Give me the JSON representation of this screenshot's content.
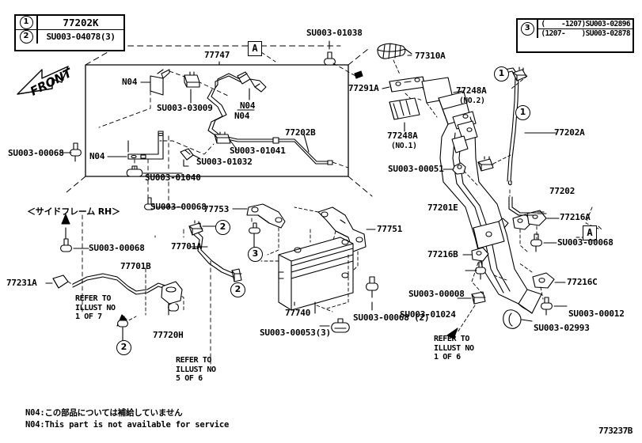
{
  "sheet": {
    "corner_code": "773237B",
    "front_arrow_label": "FRONT",
    "side_frame_note": "＜サイドフレーム RH＞",
    "footnote_jp": "N04:この部品については補給していません",
    "footnote_en": "N04:This part is not available for service",
    "marker_a": "A"
  },
  "legend_left": {
    "rows": [
      {
        "num": "1",
        "value": "77202K"
      },
      {
        "num": "2",
        "value": "SU003-04078(3)"
      }
    ]
  },
  "legend_right": {
    "num": "3",
    "rows": [
      {
        "range": "(    -1207)",
        "value": "SU003-02896"
      },
      {
        "range": "(1207-    )",
        "value": "SU003-02878"
      }
    ]
  },
  "callouts": [
    {
      "id": "c_77747",
      "text": "77747"
    },
    {
      "id": "c_n04_a",
      "text": "N04"
    },
    {
      "id": "c_n04_b",
      "text": "N04"
    },
    {
      "id": "c_n04_c",
      "text": "N04"
    },
    {
      "id": "c_n04_d",
      "text": "N04"
    },
    {
      "id": "c_su03009",
      "text": "SU003-03009"
    },
    {
      "id": "c_77202b",
      "text": "77202B"
    },
    {
      "id": "c_su01041",
      "text": "SU003-01041"
    },
    {
      "id": "c_su01032",
      "text": "SU003-01032"
    },
    {
      "id": "c_su01040",
      "text": "SU003-01040"
    },
    {
      "id": "c_su00068_l",
      "text": "SU003-00068"
    },
    {
      "id": "c_su00068_m",
      "text": "SU003-00068"
    },
    {
      "id": "c_su00068_sf",
      "text": "SU003-00068"
    },
    {
      "id": "c_su01038",
      "text": "SU003-01038"
    },
    {
      "id": "c_77310a",
      "text": "77310A"
    },
    {
      "id": "c_77291a",
      "text": "77291A"
    },
    {
      "id": "c_77248a2",
      "text": "77248A"
    },
    {
      "id": "c_77248a2_no",
      "text": "(NO.2)"
    },
    {
      "id": "c_77248a1",
      "text": "77248A"
    },
    {
      "id": "c_77248a1_no",
      "text": "(NO.1)"
    },
    {
      "id": "c_77202a",
      "text": "77202A"
    },
    {
      "id": "c_77202",
      "text": "77202"
    },
    {
      "id": "c_su00051",
      "text": "SU003-00051"
    },
    {
      "id": "c_77201e",
      "text": "77201E"
    },
    {
      "id": "c_77216a",
      "text": "77216A"
    },
    {
      "id": "c_su00068_r",
      "text": "SU003-00068"
    },
    {
      "id": "c_77216b",
      "text": "77216B"
    },
    {
      "id": "c_su00008",
      "text": "SU003-00008"
    },
    {
      "id": "c_su01024",
      "text": "SU003-01024"
    },
    {
      "id": "c_77216c",
      "text": "77216C"
    },
    {
      "id": "c_su00012",
      "text": "SU003-00012"
    },
    {
      "id": "c_su02993",
      "text": "SU003-02993"
    },
    {
      "id": "c_77753",
      "text": "77753"
    },
    {
      "id": "c_77751",
      "text": "77751"
    },
    {
      "id": "c_77740",
      "text": "77740"
    },
    {
      "id": "c_su00068_2",
      "text": "SU003-00068 (2)"
    },
    {
      "id": "c_su00053",
      "text": "SU003-00053(3)"
    },
    {
      "id": "c_77701a",
      "text": "77701A"
    },
    {
      "id": "c_77701b",
      "text": "77701B"
    },
    {
      "id": "c_77231a",
      "text": "77231A"
    },
    {
      "id": "c_77720h",
      "text": "77720H"
    }
  ],
  "refer_notes": [
    {
      "id": "r_1of7",
      "lines": "REFER TO\nILLUST NO\n1 OF 7"
    },
    {
      "id": "r_5of6",
      "lines": "REFER TO\nILLUST NO\n5 OF 6"
    },
    {
      "id": "r_1of6",
      "lines": "REFER TO\nILLUST NO\n1 OF 6"
    }
  ],
  "circled_markers": [
    {
      "id": "m1",
      "text": "1"
    },
    {
      "id": "m2",
      "text": "1"
    },
    {
      "id": "m3",
      "text": "2"
    },
    {
      "id": "m4",
      "text": "2"
    },
    {
      "id": "m5",
      "text": "3"
    },
    {
      "id": "m6",
      "text": "2"
    }
  ],
  "colors": {
    "ink": "#000000",
    "paper": "#ffffff"
  }
}
